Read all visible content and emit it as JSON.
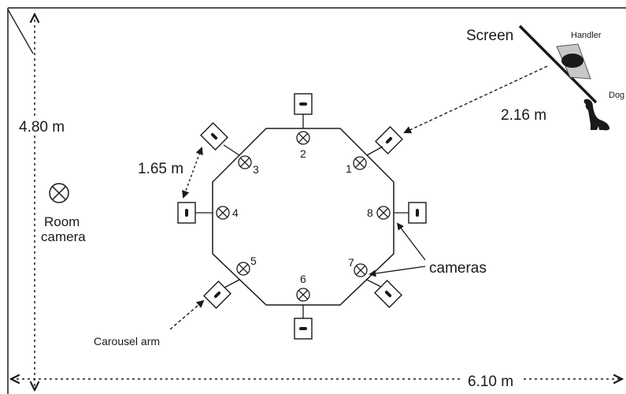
{
  "room": {
    "width_label": "6.10 m",
    "depth_label": "4.80 m"
  },
  "labels": {
    "screen": "Screen",
    "handler": "Handler",
    "dog": "Dog",
    "screen_distance": "2.16 m",
    "arm_distance": "1.65 m",
    "cameras": "cameras",
    "carousel_arm": "Carousel arm",
    "room_camera_line1": "Room",
    "room_camera_line2": "camera"
  },
  "stations": [
    {
      "number": "1"
    },
    {
      "number": "2"
    },
    {
      "number": "3"
    },
    {
      "number": "4"
    },
    {
      "number": "5"
    },
    {
      "number": "6"
    },
    {
      "number": "7"
    },
    {
      "number": "8"
    }
  ],
  "icons": {
    "camera": "crossed-circle-icon",
    "arm_box": "carousel-arm-box-icon",
    "dog": "dog-silhouette-icon",
    "handler": "handler-icon"
  }
}
